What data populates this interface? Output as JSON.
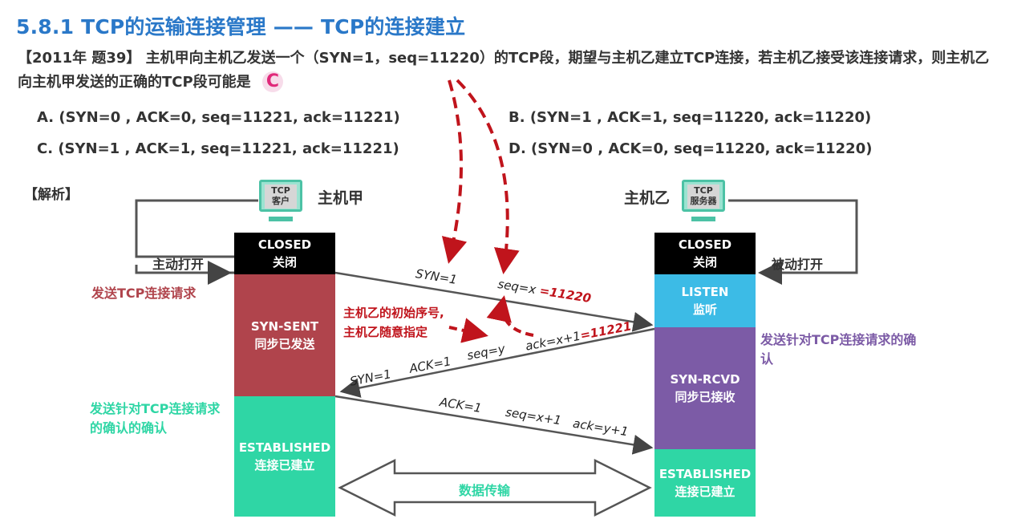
{
  "title": "5.8.1 TCP的运输连接管理 —— TCP的连接建立",
  "question": {
    "text": "【2011年 题39】 主机甲向主机乙发送一个（SYN=1，seq=11220）的TCP段，期望与主机乙建立TCP连接，若主机乙接受该连接请求，则主机乙向主机甲发送的正确的TCP段可能是",
    "answer": "C"
  },
  "options": {
    "a": "A. (SYN=0 , ACK=0, seq=11221, ack=11221)",
    "b": "B. (SYN=1 , ACK=1, seq=11220, ack=11220)",
    "c": "C. (SYN=1 , ACK=1, seq=11221, ack=11221)",
    "d": "D. (SYN=0 , ACK=0, seq=11220, ack=11220)"
  },
  "analysis_label": "【解析】",
  "hosts": {
    "client": {
      "name": "主机甲",
      "pc_line1": "TCP",
      "pc_line2": "客户"
    },
    "server": {
      "name": "主机乙",
      "pc_line1": "TCP",
      "pc_line2": "服务器"
    }
  },
  "labels": {
    "active_open": "主动打开",
    "passive_open": "被动打开",
    "send_request": "发送TCP连接请求",
    "send_ack_of_ack": "发送针对TCP连接请求的确认的确认",
    "send_ack": "发送针对TCP连接请求的确认",
    "data_transfer": "数据传输"
  },
  "states": {
    "client_closed": [
      "CLOSED",
      "关闭"
    ],
    "client_syn_sent": [
      "SYN-SENT",
      "同步已发送"
    ],
    "client_established": [
      "ESTABLISHED",
      "连接已建立"
    ],
    "server_closed": [
      "CLOSED",
      "关闭"
    ],
    "server_listen": [
      "LISTEN",
      "监听"
    ],
    "server_syn_rcvd": [
      "SYN-RCVD",
      "同步已接收"
    ],
    "server_established": [
      "ESTABLISHED",
      "连接已建立"
    ]
  },
  "messages": {
    "m1_syn": "SYN=1",
    "m1_seq": "seq=x",
    "m1_seq_value": "=11220",
    "m2_syn": "SYN=1",
    "m2_ack_flag": "ACK=1",
    "m2_seq": "seq=y",
    "m2_ack": "ack=x+1",
    "m2_ack_value": "=11221",
    "m3_ack_flag": "ACK=1",
    "m3_seq": "seq=x+1",
    "m3_ack": "ack=y+1"
  },
  "annotation": {
    "line1": "主机乙的初始序号,",
    "line2": "主机乙随意指定"
  },
  "colors": {
    "title": "#2a78c8",
    "annotation_red": "#c0141c",
    "send_request": "#b0444c",
    "ack_of_ack": "#2fd6a5",
    "server_ack": "#7c5ba6"
  }
}
